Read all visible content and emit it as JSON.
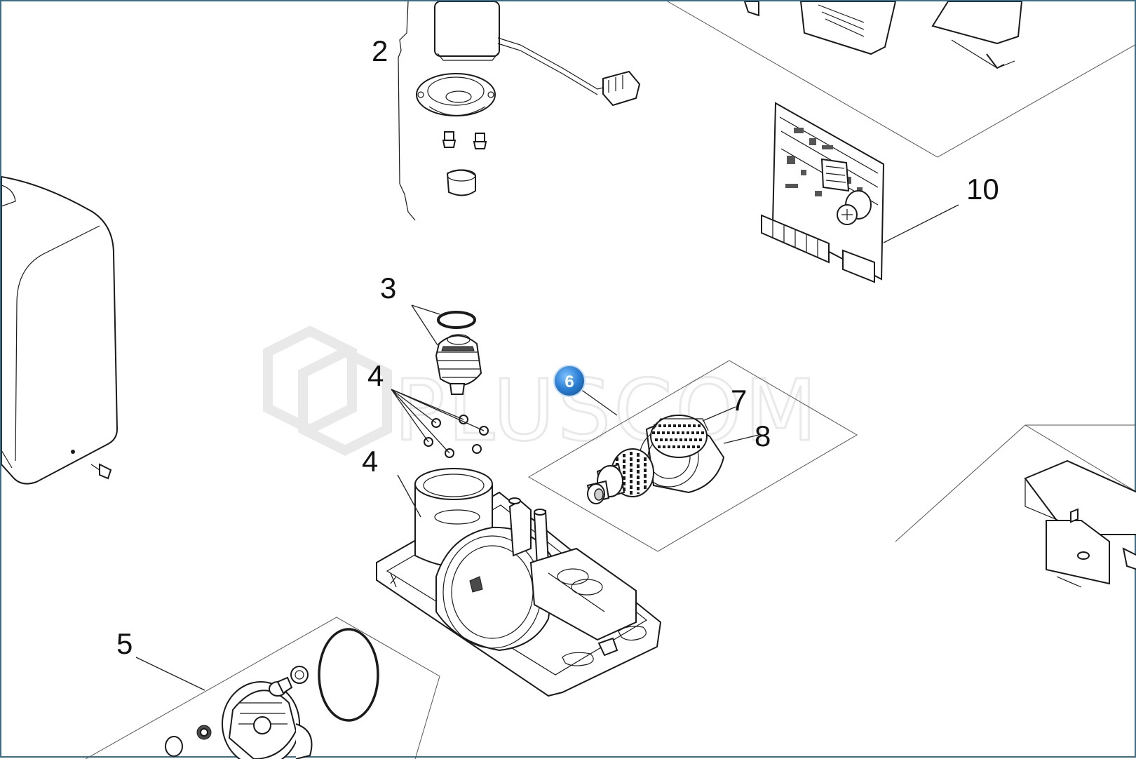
{
  "watermark": {
    "text": "PLUSCOM"
  },
  "badge": {
    "text": "6",
    "color": "#2a7fd4"
  },
  "frame_color": "#3e6e86",
  "callouts": [
    {
      "id": "2",
      "text": "2"
    },
    {
      "id": "3",
      "text": "3"
    },
    {
      "id": "4a",
      "text": "4"
    },
    {
      "id": "4b",
      "text": "4"
    },
    {
      "id": "5",
      "text": "5"
    },
    {
      "id": "7",
      "text": "7"
    },
    {
      "id": "8",
      "text": "8"
    },
    {
      "id": "10",
      "text": "10"
    }
  ]
}
